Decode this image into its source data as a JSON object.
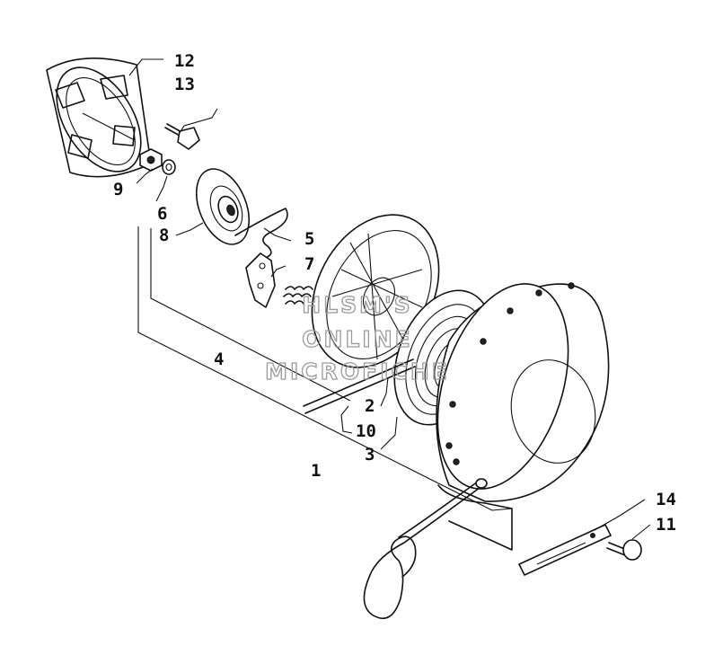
{
  "callouts": {
    "c1": "1",
    "c2": "2",
    "c3": "3",
    "c4": "4",
    "c5": "5",
    "c6": "6",
    "c7": "7",
    "c8": "8",
    "c9": "9",
    "c10": "10",
    "c11": "11",
    "c12": "12",
    "c13": "13",
    "c14": "14"
  },
  "watermark": {
    "line1": "HLSM'S",
    "line2": "ONLINE",
    "line3": "MICROFICHE"
  }
}
